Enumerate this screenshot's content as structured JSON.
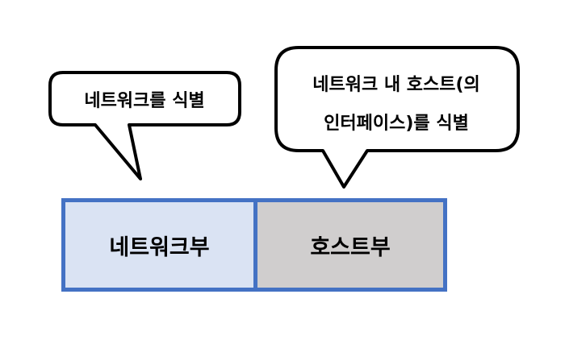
{
  "callouts": {
    "left": {
      "text": "네트워크를 식별"
    },
    "right": {
      "line1": "네트워크 내 호스트(의",
      "line2": "인터페이스)를 식별"
    }
  },
  "address_parts": {
    "network": {
      "label": "네트워크부",
      "fill": "#dae3f3"
    },
    "host": {
      "label": "호스트부",
      "fill": "#d0cece"
    },
    "border_color": "#4472c4"
  }
}
